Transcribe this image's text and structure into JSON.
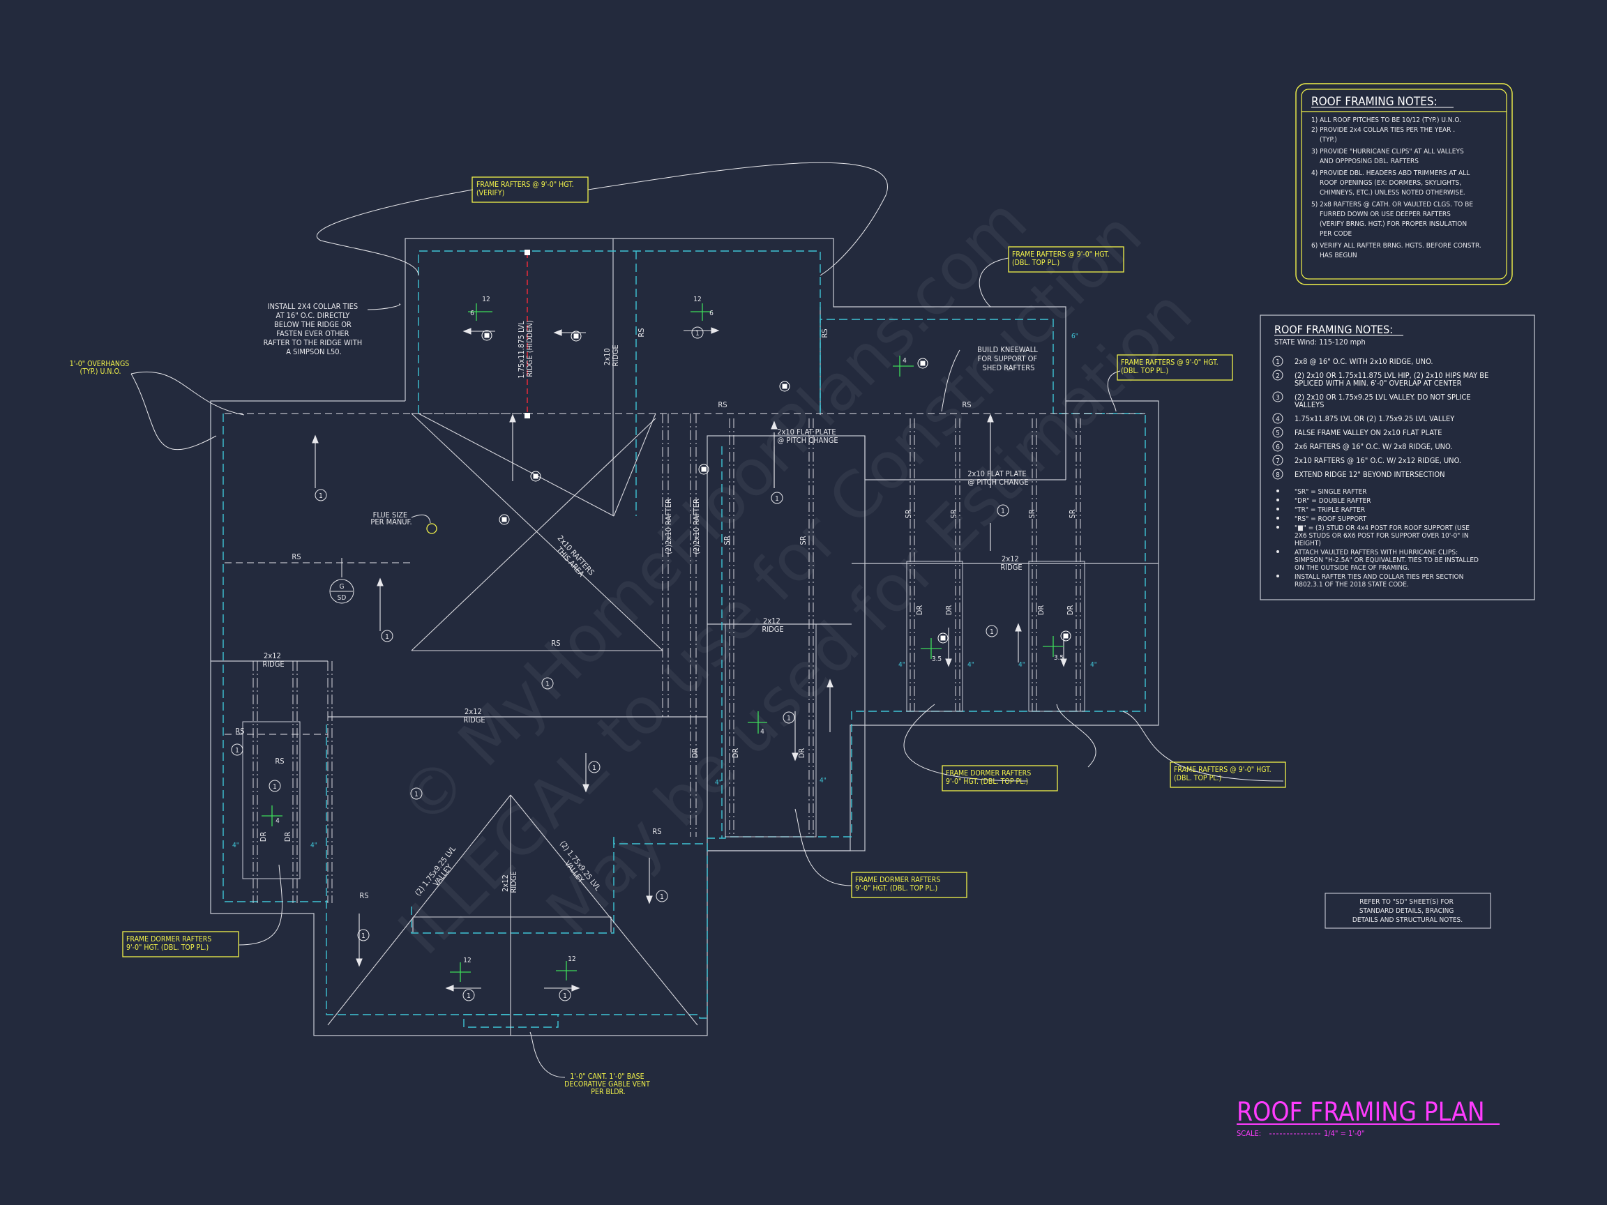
{
  "title": {
    "main": "ROOF FRAMING PLAN",
    "scale_label": "SCALE:",
    "scale_value": "1/4\" = 1'-0\""
  },
  "watermark": {
    "line1": "© MyHomeFloorPlans.com",
    "line2": "ILLEGAL to use for Construction",
    "line3": "May be used for Estimation"
  },
  "notes_box_1": {
    "heading": "ROOF FRAMING NOTES:",
    "items": [
      "1) ALL ROOF PITCHES TO BE 10/12 (TYP.) U.N.O.",
      "2) PROVIDE 2x4 COLLAR TIES PER THE YEAR .",
      "(TYP.)",
      "3) PROVIDE \"HURRICANE CLIPS\" AT ALL VALLEYS",
      "AND OPPPOSING DBL. RAFTERS",
      "4) PROVIDE DBL. HEADERS ABD TRIMMERS AT ALL",
      "ROOF OPENINGS (EX: DORMERS, SKYLIGHTS,",
      "CHIMNEYS, ETC.) UNLESS NOTED OTHERWISE.",
      "5) 2x8 RAFTERS @ CATH. OR VAULTED CLGS. TO BE",
      "FURRED DOWN OR USE DEEPER RAFTERS",
      "(VERIFY BRNG. HGT.) FOR PROPER INSULATION",
      "PER CODE",
      "6) VERIFY ALL RAFTER BRNG. HGTS. BEFORE CONSTR.",
      "HAS BEGUN"
    ]
  },
  "notes_box_2": {
    "heading": "ROOF FRAMING NOTES:",
    "wind": "STATE Wind: 115-120 mph",
    "numbered": [
      {
        "num": "1",
        "text": [
          "2x8 @ 16\" O.C. WITH 2x10 RIDGE, UNO."
        ]
      },
      {
        "num": "2",
        "text": [
          "(2) 2x10 OR 1.75x11.875 LVL HIP, (2) 2x10 HIPS MAY BE",
          "SPLICED WITH A MIN. 6'-0\" OVERLAP AT CENTER"
        ]
      },
      {
        "num": "3",
        "text": [
          "(2) 2x10 OR 1.75x9.25 LVL VALLEY. DO NOT SPLICE",
          "VALLEYS"
        ]
      },
      {
        "num": "4",
        "text": [
          "1.75x11.875 LVL OR (2) 1.75x9.25 LVL VALLEY"
        ]
      },
      {
        "num": "5",
        "text": [
          "FALSE FRAME VALLEY ON 2x10 FLAT PLATE"
        ]
      },
      {
        "num": "6",
        "text": [
          "2x6 RAFTERS @ 16\" O.C. W/ 2x8 RIDGE, UNO."
        ]
      },
      {
        "num": "7",
        "text": [
          "2x10 RAFTERS @ 16\" O.C. W/ 2x12 RIDGE, UNO."
        ]
      },
      {
        "num": "8",
        "text": [
          "EXTEND RIDGE 12\" BEYOND INTERSECTION"
        ]
      }
    ],
    "bullets": [
      [
        "\"SR\" = SINGLE RAFTER"
      ],
      [
        "\"DR\" = DOUBLE RAFTER"
      ],
      [
        "\"TR\" = TRIPLE RAFTER"
      ],
      [
        "\"RS\" = ROOF SUPPORT"
      ],
      [
        "\"■\" = (3) STUD OR 4x4 POST FOR ROOF SUPPORT (USE",
        "2X6 STUDS OR 6X6 POST FOR SUPPORT OVER 10'-0\" IN",
        "HEIGHT)"
      ],
      [
        "ATTACH VAULTED RAFTERS WITH HURRICANE CLIPS:",
        "SIMPSON \"H-2.5A\" OR EQUIVALENT. TIES TO BE INSTALLED",
        "ON THE OUTSIDE FACE OF FRAMING."
      ],
      [
        "INSTALL RAFTER TIES AND COLLAR TIES PER SECTION",
        "R802.3.1 OF THE 2018 STATE CODE."
      ]
    ]
  },
  "refer_note": [
    "REFER TO \"SD\" SHEET(S) FOR",
    "STANDARD DETAILS, BRACING",
    "DETAILS AND STRUCTURAL NOTES."
  ],
  "callouts": {
    "top_left_rafters": [
      "FRAME RAFTERS @ 9'-0\" HGT.",
      "(VERIFY)"
    ],
    "top_right_rafters": [
      "FRAME RAFTERS @ 9'-0\" HGT.",
      "(DBL. TOP PL.)"
    ],
    "right_rafters": [
      "FRAME RAFTERS @ 9'-0\" HGT.",
      "(DBL. TOP PL.)"
    ],
    "bottom_right_rafters": [
      "FRAME RAFTERS @ 9'-0\" HGT.",
      "(DBL. TOP PL.)"
    ],
    "dormer_center": [
      "FRAME DORMER RAFTERS",
      "9'-0\" HGT. (DBL. TOP PL.)"
    ],
    "dormer_bottom": [
      "FRAME DORMER RAFTERS",
      "9'-0\" HGT. (DBL. TOP PL.)"
    ],
    "dormer_left": [
      "FRAME DORMER RAFTERS",
      "9'-0\" HGT. (DBL. TOP PL.)"
    ],
    "overhangs": [
      "1'-0\" OVERHANGS",
      "(TYP.) U.N.O."
    ],
    "gable_vent": [
      "1'-0\" CANT. 1'-0\" BASE",
      "DECORATIVE GABLE VENT",
      "PER BLDR."
    ]
  },
  "plan_labels": {
    "collar_ties": [
      "INSTALL 2X4 COLLAR TIES",
      "AT 16\" O.C. DIRECTLY",
      "BELOW THE RIDGE OR",
      "FASTEN EVER OTHER",
      "RAFTER TO THE RIDGE WITH",
      "A SIMPSON L50."
    ],
    "kneewall": [
      "BUILD KNEEWALL",
      "FOR SUPPORT OF",
      "SHED RAFTERS"
    ],
    "flue": [
      "FLUE SIZE",
      "PER MANUF."
    ],
    "lvl_ridge": [
      "1.75x11.875 LVL",
      "RIDGE (HIDDEN)"
    ],
    "ridge_2x10_vert": [
      "2x10",
      "RIDGE"
    ],
    "flat_plate_1": [
      "2x10 FLAT PLATE",
      "@ PITCH CHANGE"
    ],
    "flat_plate_2": [
      "2x10 FLAT PLATE",
      "@ PITCH CHANGE"
    ],
    "rafters_area": [
      "2x10 RAFTERS",
      "THIS AREA"
    ],
    "rafter_2x10_a": "(2)2x10 RAFTER",
    "rafter_2x10_b": "(2)2x10 RAFTER",
    "ridge_2x12_a": [
      "2x12",
      "RIDGE"
    ],
    "ridge_2x12_b": [
      "2x12",
      "RIDGE"
    ],
    "ridge_2x12_c": [
      "2x12",
      "RIDGE"
    ],
    "ridge_2x12_d": [
      "2x12",
      "RIDGE"
    ],
    "ridge_2x12_e": [
      "2x12",
      "RIDGE"
    ],
    "valley_left": [
      "(2) 1.75x9.25 LVL",
      "VALLEY"
    ],
    "valley_right": [
      "(2) 1.75x9.25 LVL",
      "VALLEY"
    ],
    "sd_top": "G",
    "sd_bottom": "SD",
    "rs": "RS",
    "sr": "SR",
    "dr": "DR",
    "one": "1",
    "twelve": "12",
    "six": "6",
    "four": "4",
    "three_five": "3.5",
    "four_in": "4\"",
    "six_in": "6\""
  }
}
